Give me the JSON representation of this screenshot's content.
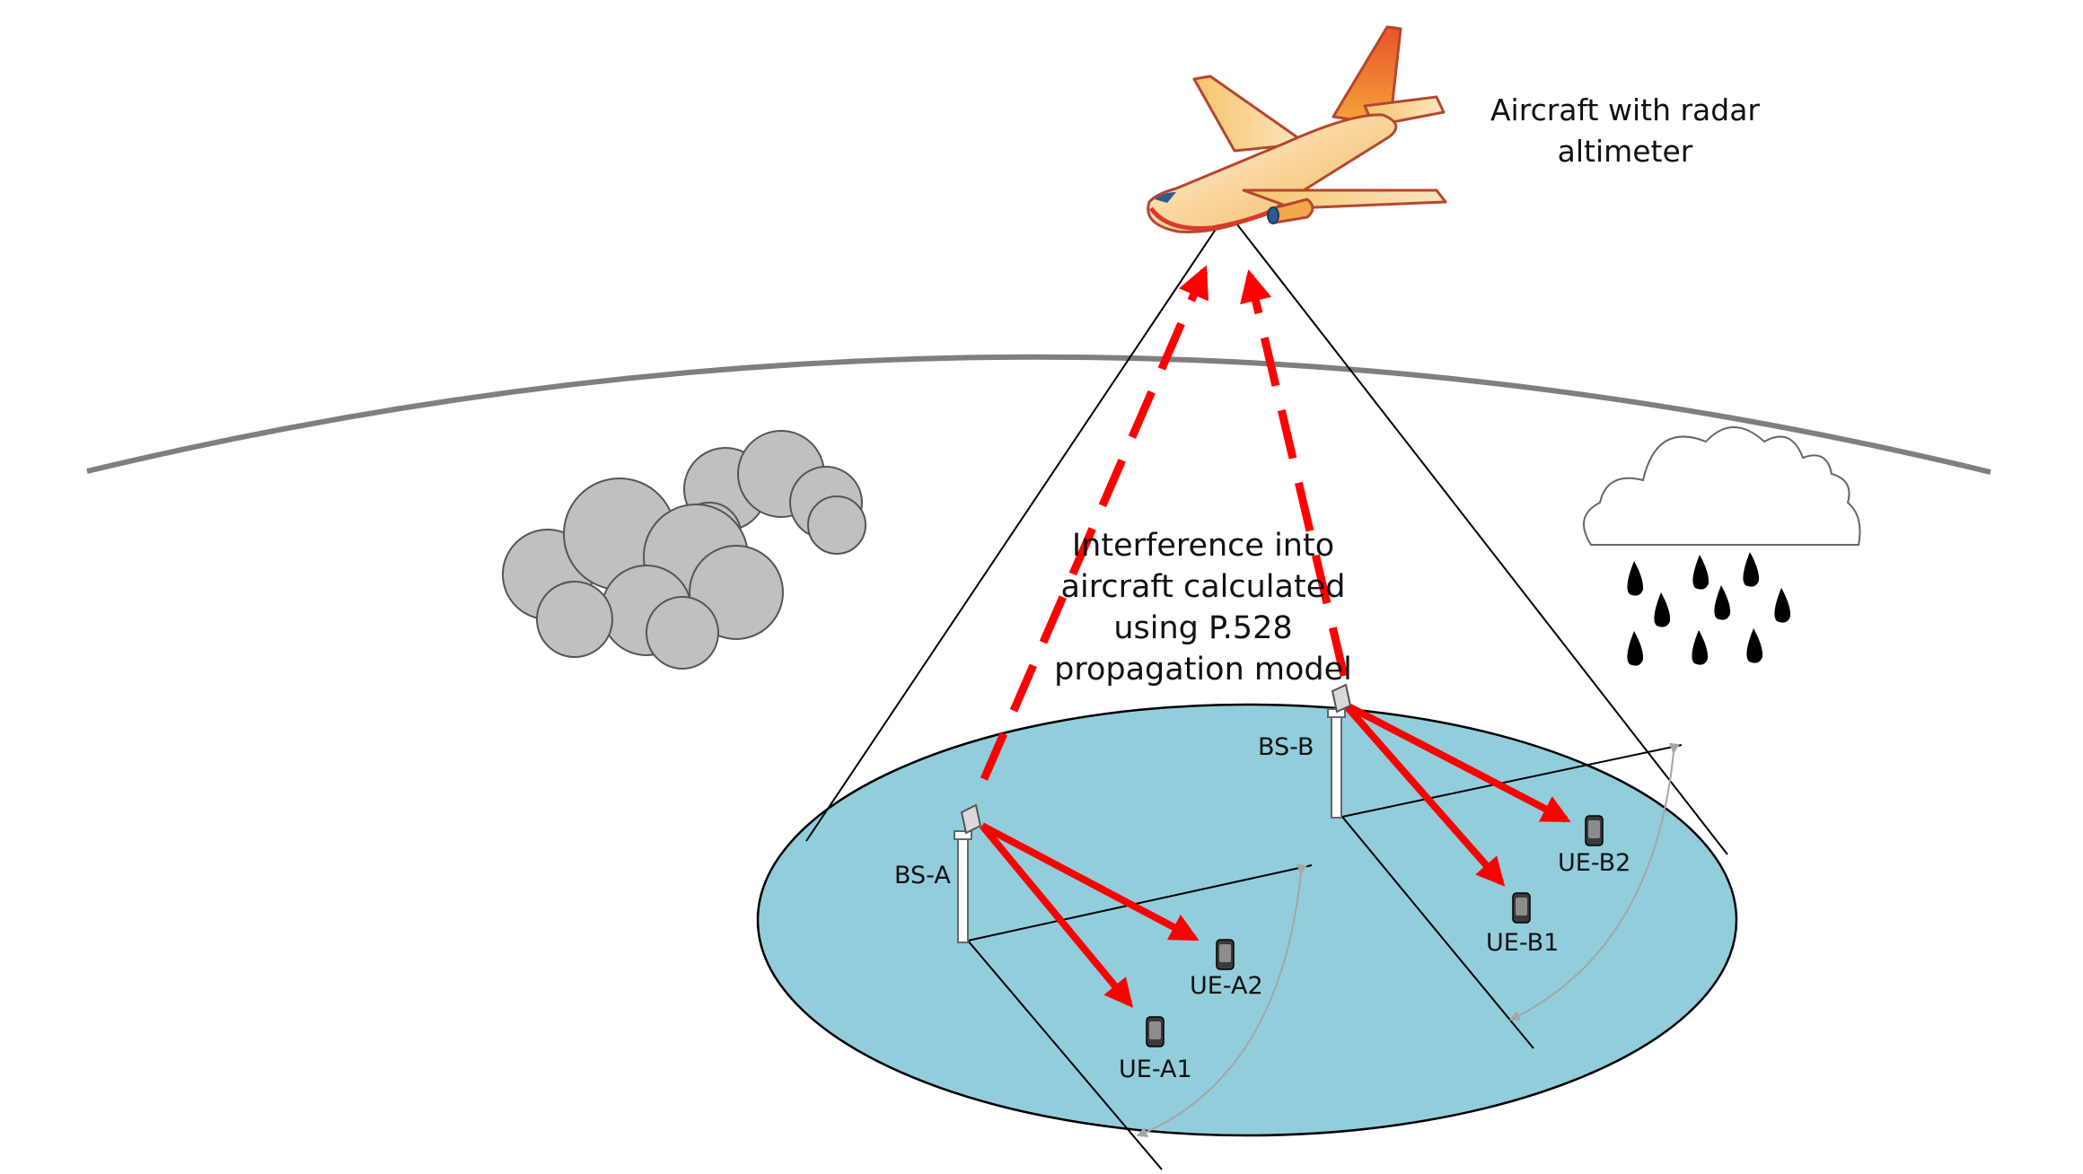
{
  "captions": {
    "aircraft": [
      "Aircraft with radar",
      "altimeter"
    ],
    "interference": [
      "Interference into",
      "aircraft calculated",
      "using P.528",
      "propagation model"
    ]
  },
  "nodes": {
    "bs_a": "BS-A",
    "bs_b": "BS-B",
    "ue_a1": "UE-A1",
    "ue_a2": "UE-A2",
    "ue_b1": "UE-B1",
    "ue_b2": "UE-B2"
  },
  "colors": {
    "ground_disc": "#92CDDC",
    "link_arrow": "#FF0000",
    "horizon": "#7F7F7F",
    "cloud": "#C0C0C0",
    "raindrop": "#000000"
  },
  "icons": [
    "aircraft-icon",
    "cloud-icon",
    "rain-cloud-icon",
    "base-station-icon",
    "mobile-phone-icon"
  ]
}
